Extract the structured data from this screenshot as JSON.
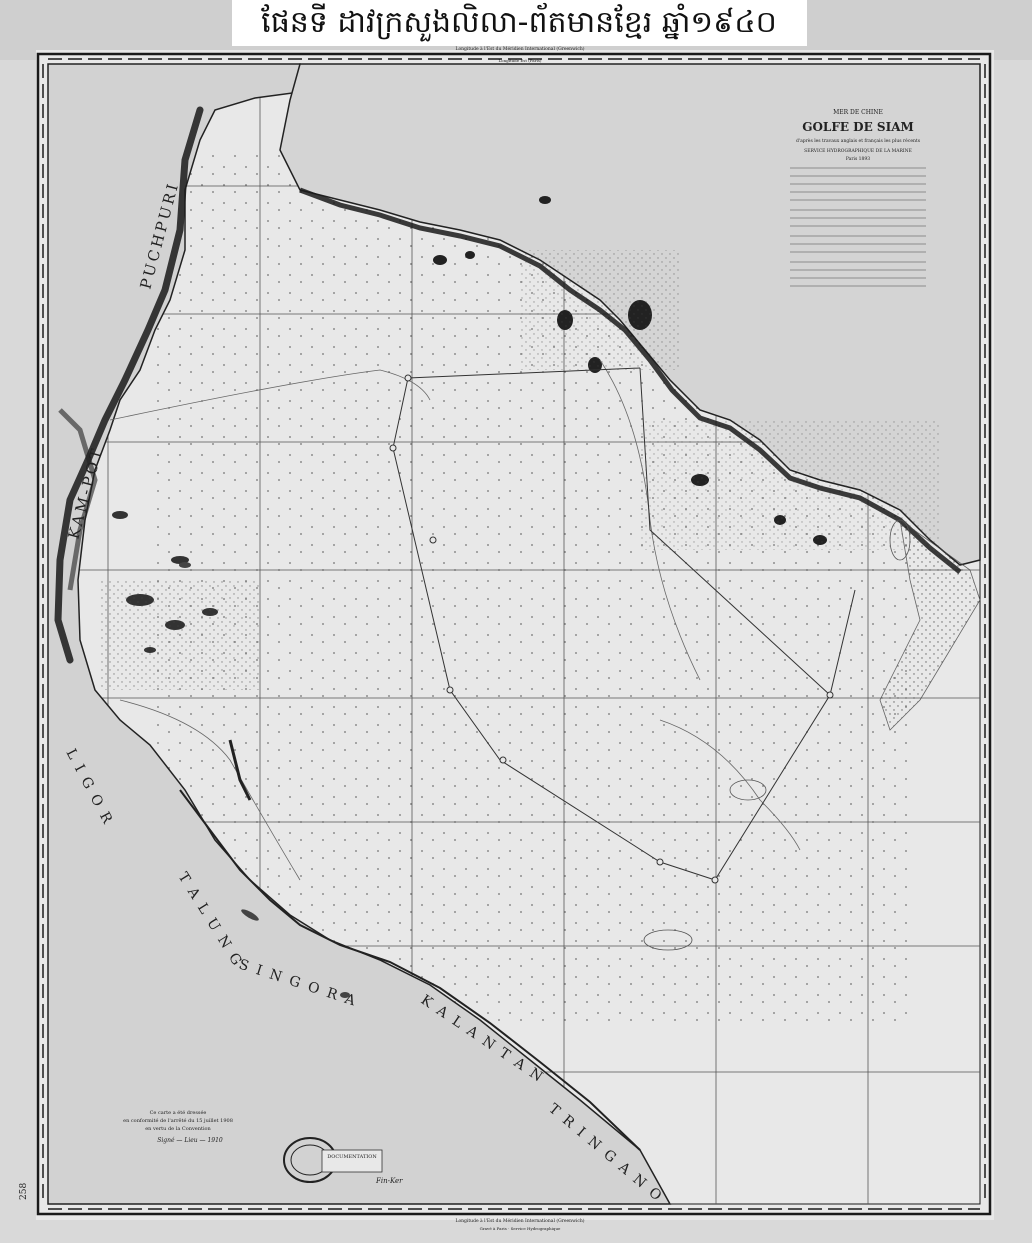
{
  "header": {
    "khmer_title": "ផែនទី ដាវក្រសួងលិលា-ព័តមានខ្មែរ ឆ្នាំ១៩៤០"
  },
  "chart": {
    "sea": "MER DE CHINE",
    "title": "GOLFE DE SIAM",
    "subtitle": "d'après les travaux anglais et français les plus récents",
    "office": "SERVICE HYDROGRAPHIQUE DE LA MARINE",
    "edition": "Paris 1893"
  },
  "regions": {
    "puchpuri": "PUCHPURI",
    "kampot": "KAM-POT",
    "ligor": "L I G O R",
    "talung": "T A L U N G",
    "singora": "S I N G O R A",
    "kalantan": "K A L A N T A N",
    "tringano": "T R I N G A N O"
  },
  "border": {
    "top_label": "Longitude à l'Est du Méridien International (Greenwich)",
    "top_label_2": "Longitude Est (Paris)",
    "bottom_label": "Longitude à l'Est du Méridien International (Greenwich)",
    "bottom_label_2": "Gravé à Paris · Service Hydrographique",
    "left_note": "258"
  },
  "stamp": {
    "name": "DOCUMENTATION"
  },
  "annotations": {
    "note_line_1": "Ce carte a été dressée",
    "note_line_2": "en conformité de l'arrêté du 15 juillet 1908",
    "note_line_3": "en vertu de la Convention",
    "note_line_4": "Signé — Lieu — 1910",
    "handwriting": "Fin-Ker"
  },
  "colors": {
    "paper": "#e6e6e6",
    "land": "#2a2a2a",
    "ink": "#1a1a1a",
    "header_bg": "#ffffff"
  }
}
